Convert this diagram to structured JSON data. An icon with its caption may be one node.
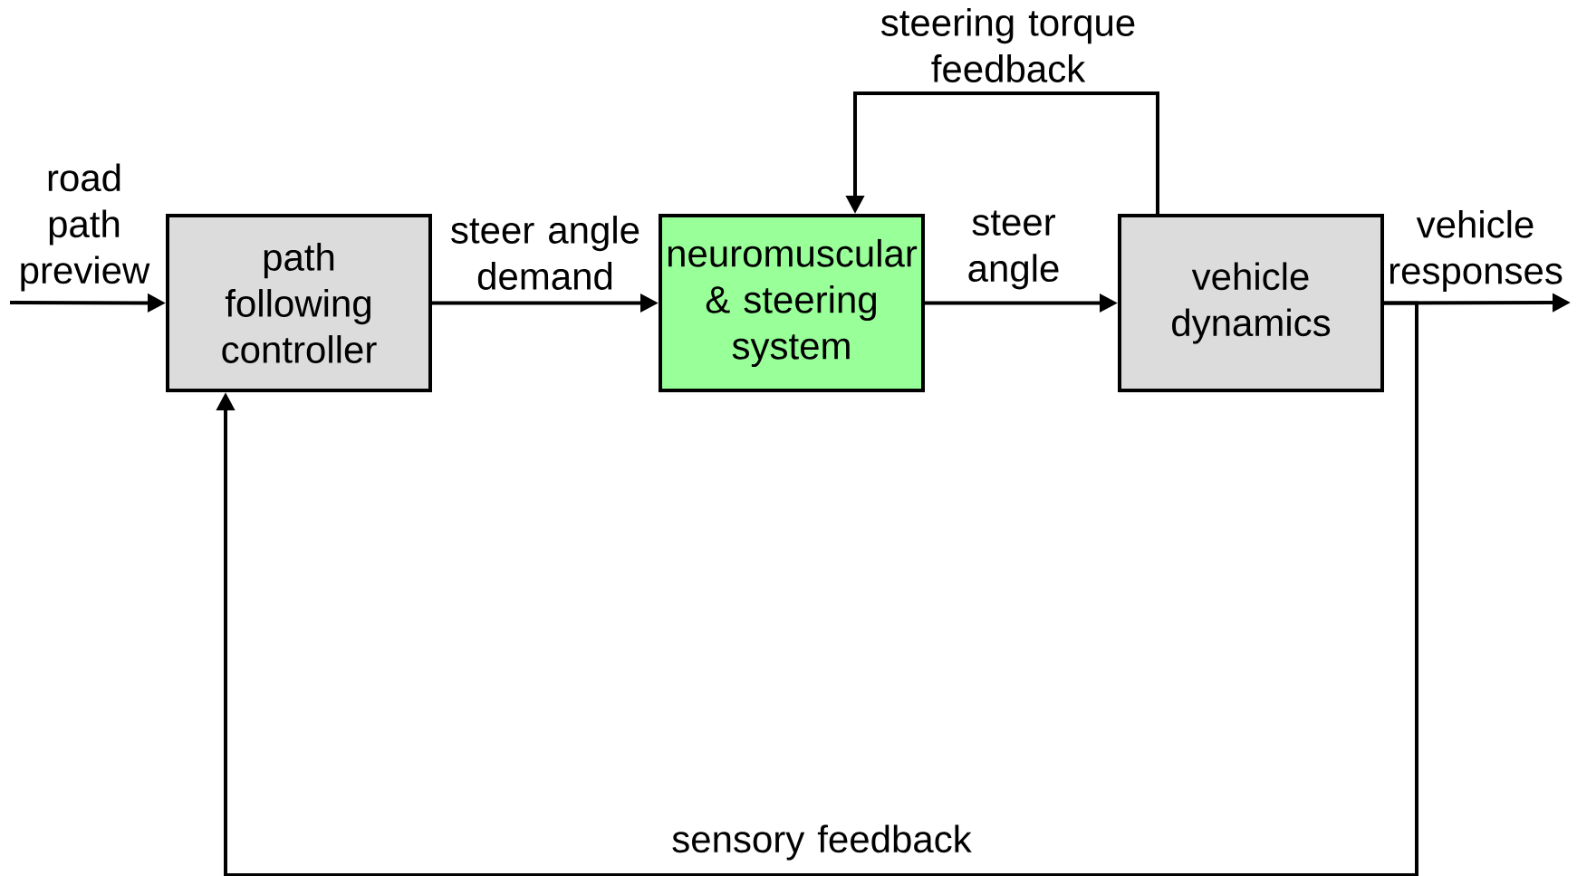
{
  "diagram": {
    "nodes": [
      {
        "text": [
          "path following controller"
        ]
      },
      {
        "text": [
          "neuromuscular & steering system"
        ]
      },
      {
        "text": [
          "vehicle dynamics"
        ]
      }
    ],
    "edges": [
      {
        "from": null,
        "to": 0,
        "arrow": "to",
        "label": "road path preview"
      },
      {
        "from": 0,
        "to": 1,
        "arrow": "to",
        "label": "steer angle demand"
      },
      {
        "from": 1,
        "to": 2,
        "arrow": "to",
        "label": "steer angle"
      },
      {
        "from": 2,
        "to": null,
        "arrow": "to",
        "label": "vehicle responses"
      },
      {
        "from": 2,
        "to": 1,
        "arrow": "to",
        "label": "steering torque feedback"
      },
      {
        "from": 2,
        "to": 0,
        "arrow": "to",
        "label": "sensory feedback"
      }
    ]
  }
}
